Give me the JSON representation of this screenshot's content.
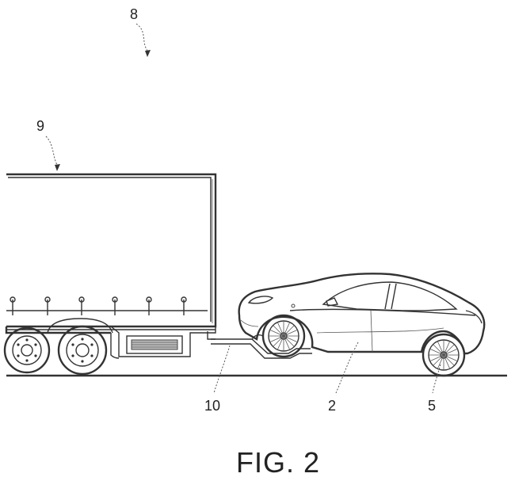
{
  "labels": {
    "ref_8": "8",
    "ref_9": "9",
    "ref_10": "10",
    "ref_2": "2",
    "ref_5": "5"
  },
  "caption": "FIG. 2"
}
